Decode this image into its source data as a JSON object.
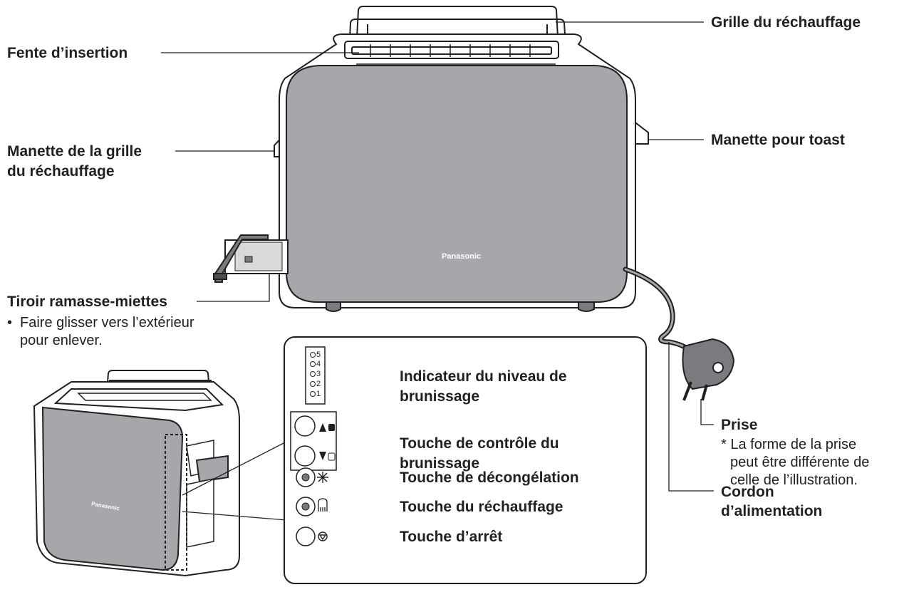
{
  "brand": "Panasonic",
  "colors": {
    "body": "#a6a7aa",
    "outline": "#231f20",
    "tray": "#e6e6e6"
  },
  "labels": {
    "grille": "Grille du réchauffage",
    "fente": "Fente d’insertion",
    "manette_grille_1": "Manette de la grille",
    "manette_grille_2": "du réchauffage",
    "manette_toast": "Manette pour toast",
    "tiroir": "Tiroir ramasse-miettes",
    "tiroir_note_1": "Faire glisser vers l’extérieur",
    "tiroir_note_2": "pour enlever.",
    "prise": "Prise",
    "prise_note_1": "* La forme de la prise",
    "prise_note_2": "peut être différente de",
    "prise_note_3": "celle de l’illustration.",
    "cordon_1": "Cordon",
    "cordon_2": "d’alimentation"
  },
  "panel": {
    "levels": [
      "5",
      "4",
      "3",
      "2",
      "1"
    ],
    "indicateur_1": "Indicateur du niveau de",
    "indicateur_2": "brunissage",
    "controle_1": "Touche de contrôle du",
    "controle_2": "brunissage",
    "decongelation": "Touche de décongélation",
    "rechauffage": "Touche du réchauffage",
    "arret": "Touche d’arrêt"
  },
  "icons": [
    "snowflake-icon",
    "warmer-icon",
    "stop-icon",
    "up-arrow-icon",
    "down-arrow-icon",
    "dark-toast-icon",
    "light-toast-icon"
  ]
}
